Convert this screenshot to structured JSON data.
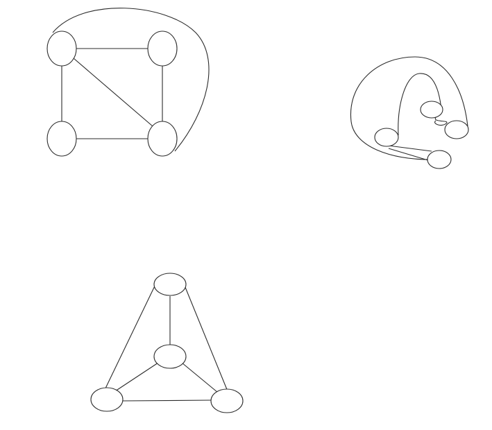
{
  "figure": {
    "description_visible_text": "",
    "graphs": [
      {
        "id": "graph-a",
        "nodes": [
          "a1",
          "a2",
          "a3",
          "a4"
        ],
        "edges": [
          [
            "a1",
            "a2"
          ],
          [
            "a1",
            "a3"
          ],
          [
            "a1",
            "a4"
          ],
          [
            "a2",
            "a4"
          ],
          [
            "a3",
            "a4"
          ],
          [
            "a1",
            "a4"
          ]
        ]
      },
      {
        "id": "graph-b",
        "nodes": [
          "b1",
          "b2",
          "b3",
          "b4"
        ],
        "edges": [
          [
            "b1",
            "b2"
          ],
          [
            "b1",
            "b3"
          ],
          [
            "b1",
            "b4"
          ],
          [
            "b2",
            "b3"
          ],
          [
            "b3",
            "b4"
          ],
          [
            "b2",
            "b4"
          ]
        ]
      },
      {
        "id": "graph-c",
        "nodes": [
          "c1",
          "c2",
          "c3",
          "c4"
        ],
        "edges": [
          [
            "c1",
            "c2"
          ],
          [
            "c1",
            "c3"
          ],
          [
            "c1",
            "c4"
          ],
          [
            "c2",
            "c3"
          ],
          [
            "c2",
            "c4"
          ],
          [
            "c3",
            "c4"
          ]
        ]
      }
    ],
    "colors": {
      "stroke": "#2a2a2a",
      "node_fill": "#ffffff",
      "background": "#ffffff"
    }
  }
}
